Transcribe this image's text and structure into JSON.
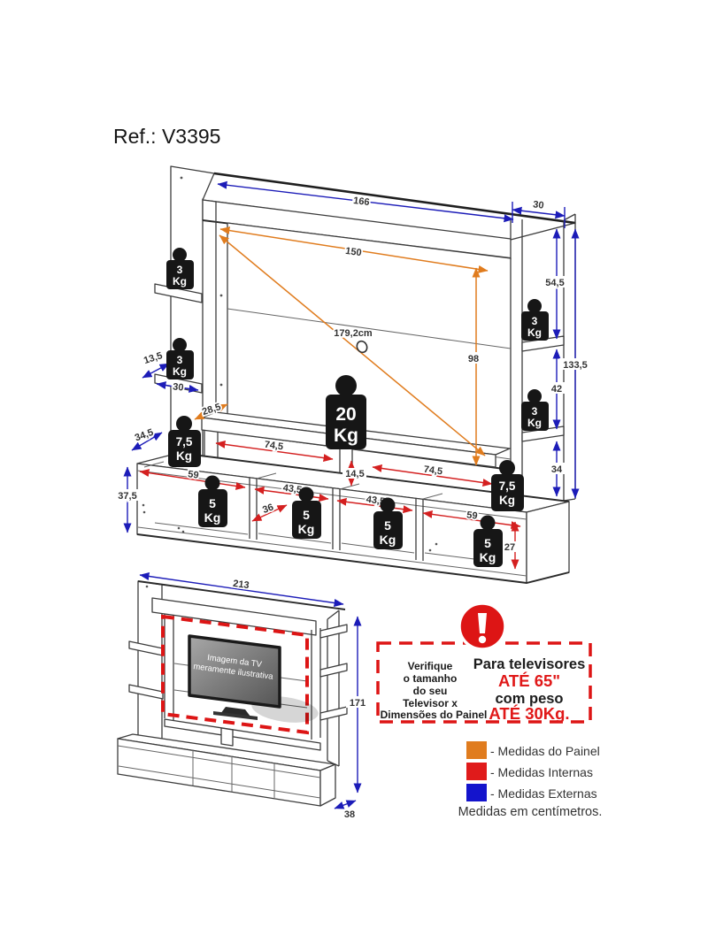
{
  "title": "Ref.: V3395",
  "colors": {
    "panel_dim": "#e07c1e",
    "internal_dim": "#e01b1b",
    "external_dim": "#1414cc",
    "warning_red": "#dd1515"
  },
  "dims": {
    "w166": "166",
    "d30_top": "30",
    "p150": "150",
    "h54_5": "54,5",
    "h133_5": "133,5",
    "p98": "98",
    "h42": "42",
    "h34": "34",
    "diag": "179,2cm",
    "s13_5": "13,5",
    "s30": "30",
    "p28_5": "28,5",
    "s34_5": "34,5",
    "h37_5": "37,5",
    "w74_5": "74,5",
    "h14_5": "14,5",
    "w59": "59",
    "w43_5": "43,5",
    "d36": "36",
    "h27": "27",
    "w213": "213",
    "h171": "171",
    "d38": "38"
  },
  "weights": {
    "w3": "3",
    "w5": "5",
    "w7_5": "7,5",
    "w20": "20",
    "unit": "Kg"
  },
  "tv": {
    "line1": "Imagem da TV",
    "line2": "meramente ilustrativa"
  },
  "warning": {
    "left": [
      "Verifique",
      "o tamanho",
      "do seu",
      "Televisor x",
      "Dimensões do Painel"
    ],
    "right1": "Para televisores",
    "right2": "ATÉ 65\"",
    "right3": "com peso",
    "right4": "ATÉ 30Kg."
  },
  "legend": {
    "panel": "- Medidas do Painel",
    "internas": "- Medidas Internas",
    "externas": "- Medidas Externas",
    "footer": "Medidas em centímetros."
  }
}
